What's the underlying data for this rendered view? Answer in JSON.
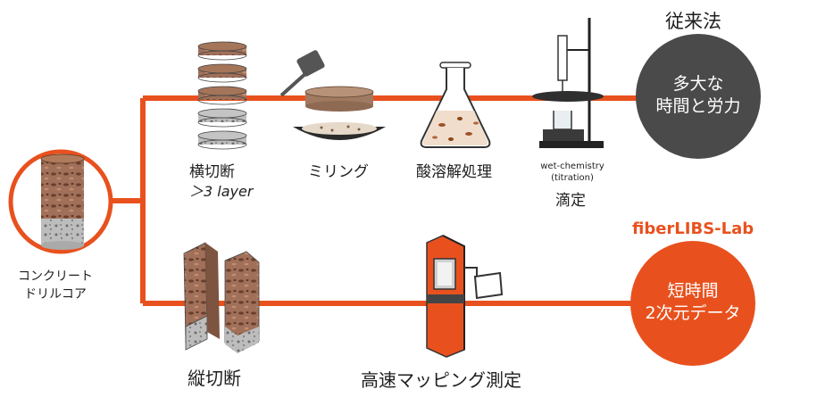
{
  "conventional": {
    "heading": "従来法",
    "result_line1": "多大な",
    "result_line2": "時間と労力",
    "steps": {
      "cross_section": "横切断",
      "layer_note": "＞3 layer",
      "milling": "ミリング",
      "acid_dissolution": "酸溶解処理",
      "titration_en_1": "wet-chemistry",
      "titration_en_2": "(titration)",
      "titration": "滴定"
    }
  },
  "fiberlibs": {
    "heading": "fiberLIBS-Lab",
    "result_line1": "短時間",
    "result_line2": "2次元データ",
    "steps": {
      "longitudinal_section": "縦切断",
      "mapping": "高速マッピング測定"
    }
  },
  "source": {
    "label_line1": "コンクリート",
    "label_line2": "ドリルコア"
  },
  "colors": {
    "accent": "#e8511e",
    "dark_circle": "#4a4a4a",
    "concrete_brown": "#9a6a4e",
    "concrete_gray": "#b9b9b9"
  }
}
